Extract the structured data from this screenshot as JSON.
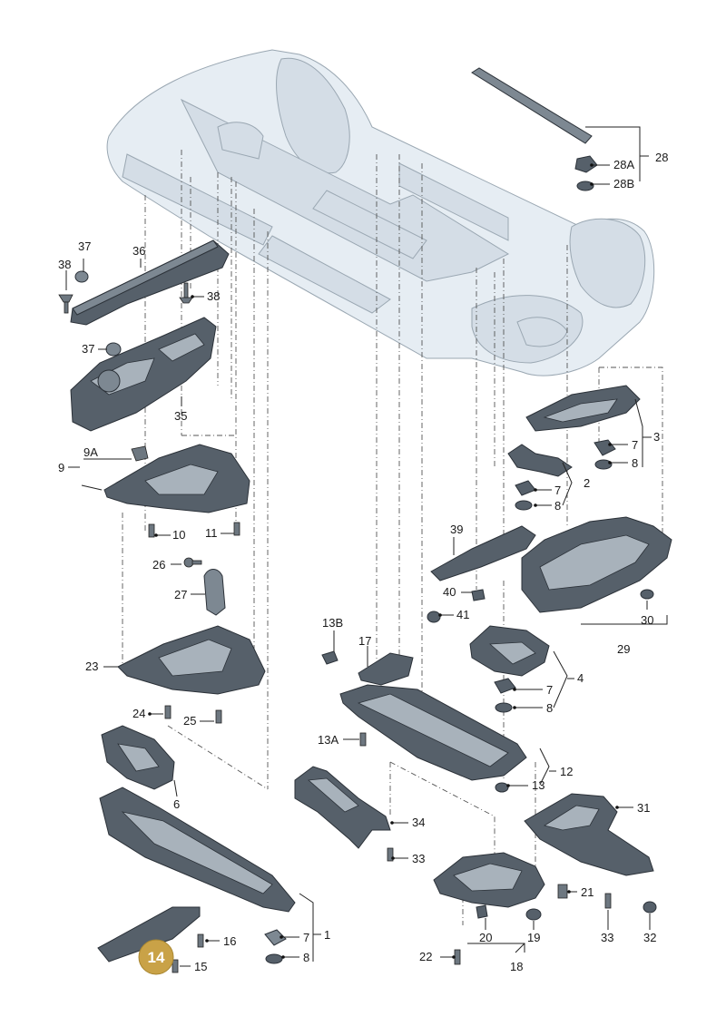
{
  "diagram": {
    "badge": "14",
    "labels": {
      "l28": "28",
      "l28a": "28A",
      "l28b": "28B",
      "l37a": "37",
      "l38a": "38",
      "l36": "36",
      "l38b": "38",
      "l37b": "37",
      "l35": "35",
      "l9": "9",
      "l9a": "9A",
      "l10": "10",
      "l11": "11",
      "l3": "3",
      "l7a": "7",
      "l8a": "8",
      "l2": "2",
      "l7b": "7",
      "l8b": "8",
      "l39": "39",
      "l40": "40",
      "l41": "41",
      "l29": "29",
      "l30": "30",
      "l26": "26",
      "l27": "27",
      "l23": "23",
      "l24": "24",
      "l25": "25",
      "l13b": "13B",
      "l17": "17",
      "l4": "4",
      "l7c": "7",
      "l8c": "8",
      "l13a": "13A",
      "l12": "12",
      "l13": "13",
      "l6": "6",
      "l34": "34",
      "l33a": "33",
      "l31": "31",
      "l21": "21",
      "l20": "20",
      "l19": "19",
      "l33b": "33",
      "l32": "32",
      "l22": "22",
      "l18": "18",
      "l16": "16",
      "l15": "15",
      "l7d": "7",
      "l8d": "8",
      "l1": "1"
    }
  }
}
